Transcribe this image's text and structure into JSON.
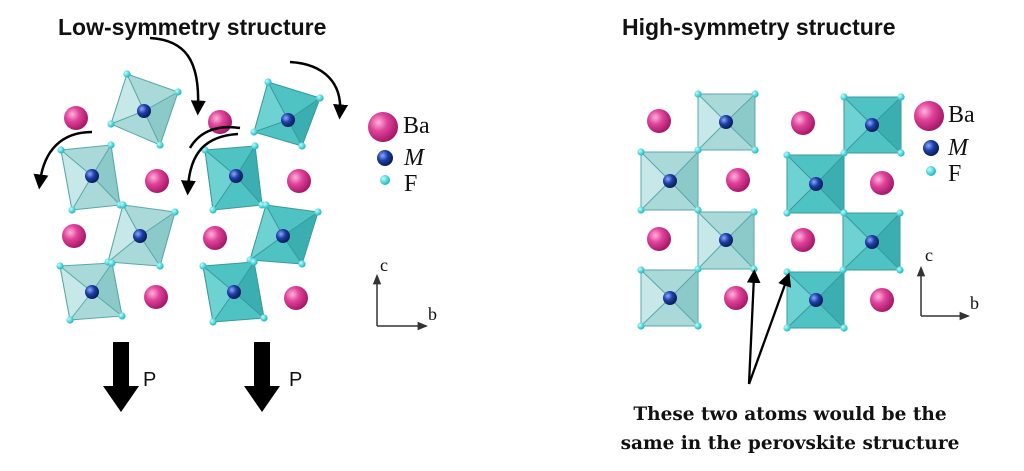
{
  "panels": {
    "left": {
      "title": "Low-symmetry structure",
      "legend": {
        "ba": "Ba",
        "m": "M",
        "f": "F"
      },
      "axes": {
        "vertical": "c",
        "horizontal": "b"
      },
      "polarization": [
        "P",
        "P"
      ]
    },
    "right": {
      "title": "High-symmetry structure",
      "legend": {
        "ba": "Ba",
        "m": "M",
        "f": "F"
      },
      "axes": {
        "vertical": "c",
        "horizontal": "b"
      },
      "caption_line1": "These two atoms would be the",
      "caption_line2": "same in the perovskite structure"
    }
  },
  "colors": {
    "ba_atom": "#e0439a",
    "m_atom": "#1c3fa8",
    "f_atom": "#33d0d6",
    "octahedron_light": "#a9d9d9",
    "octahedron_dark": "#4fc2c4",
    "arrow": "#000000"
  }
}
